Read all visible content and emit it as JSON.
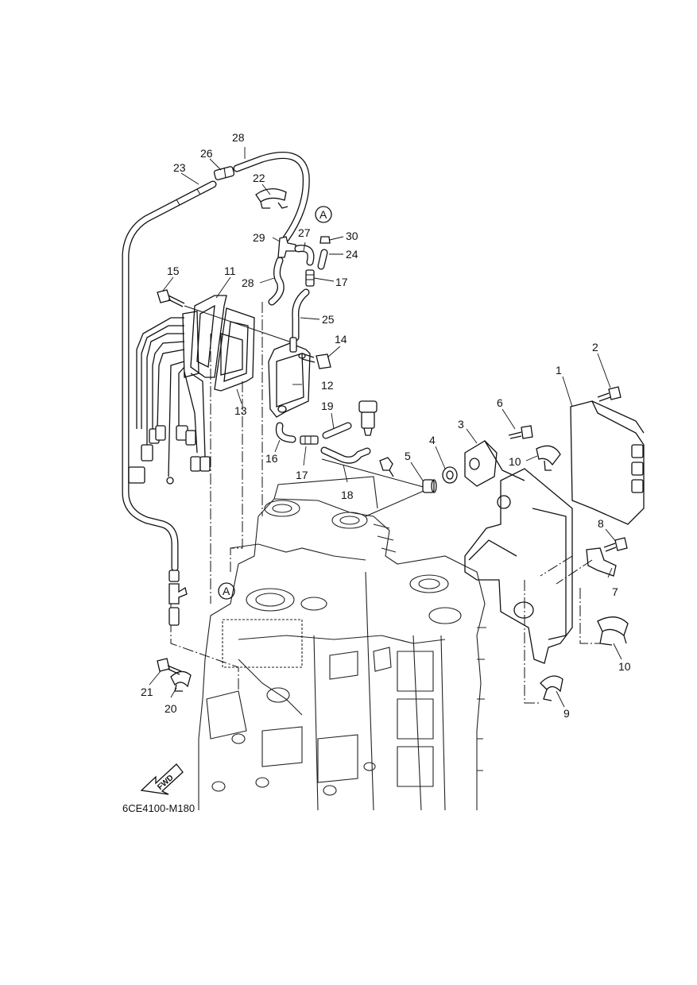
{
  "diagram": {
    "code": "6CE4100-M180",
    "fwd_label": "FWD",
    "reference_mark": "A",
    "callouts": [
      "1",
      "2",
      "3",
      "4",
      "5",
      "6",
      "7",
      "8",
      "9",
      "10",
      "11",
      "12",
      "13",
      "14",
      "15",
      "16",
      "17",
      "18",
      "19",
      "20",
      "21",
      "22",
      "23",
      "24",
      "25",
      "26",
      "27",
      "28",
      "29",
      "30"
    ]
  }
}
